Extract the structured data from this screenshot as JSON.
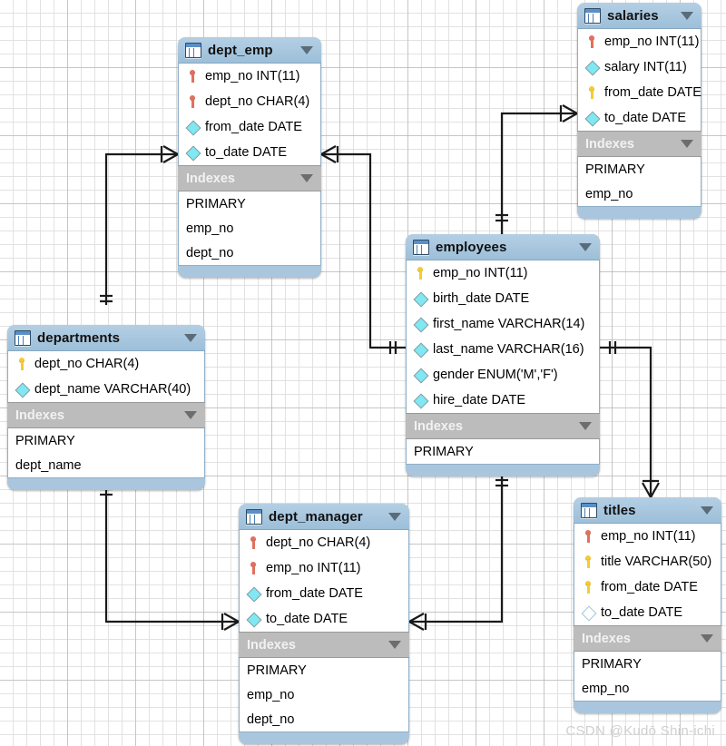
{
  "diagram": {
    "kind": "eer-diagram",
    "watermark": "CSDN @Kudō Shin-ichi",
    "indexes_label": "Indexes",
    "colors": {
      "header_blue": "#a9c6de",
      "index_bar_gray": "#bcbcbc",
      "diamond_cyan": "#7fe8f2",
      "key_yellow": "#f5cb34",
      "key_red": "#e2705e",
      "canvas": "#ffffff",
      "connector": "#1a1a1a"
    }
  },
  "tables": [
    {
      "id": "dept_emp",
      "name": "dept_emp",
      "columns": [
        {
          "glyph": "pk-red",
          "label": "emp_no INT(11)"
        },
        {
          "glyph": "pk-red",
          "label": "dept_no CHAR(4)"
        },
        {
          "glyph": "dia",
          "label": "from_date DATE"
        },
        {
          "glyph": "dia",
          "label": "to_date DATE"
        }
      ],
      "indexes": [
        "PRIMARY",
        "emp_no",
        "dept_no"
      ]
    },
    {
      "id": "salaries",
      "name": "salaries",
      "columns": [
        {
          "glyph": "pk-red",
          "label": "emp_no INT(11)"
        },
        {
          "glyph": "dia",
          "label": "salary INT(11)"
        },
        {
          "glyph": "pk-yellow",
          "label": "from_date DATE"
        },
        {
          "glyph": "dia",
          "label": "to_date DATE"
        }
      ],
      "indexes": [
        "PRIMARY",
        "emp_no"
      ]
    },
    {
      "id": "employees",
      "name": "employees",
      "columns": [
        {
          "glyph": "pk-yellow",
          "label": "emp_no INT(11)"
        },
        {
          "glyph": "dia",
          "label": "birth_date DATE"
        },
        {
          "glyph": "dia",
          "label": "first_name VARCHAR(14)"
        },
        {
          "glyph": "dia",
          "label": "last_name VARCHAR(16)"
        },
        {
          "glyph": "dia",
          "label": "gender ENUM('M','F')"
        },
        {
          "glyph": "dia",
          "label": "hire_date DATE"
        }
      ],
      "indexes": [
        "PRIMARY"
      ]
    },
    {
      "id": "departments",
      "name": "departments",
      "columns": [
        {
          "glyph": "pk-yellow",
          "label": "dept_no CHAR(4)"
        },
        {
          "glyph": "dia",
          "label": "dept_name VARCHAR(40)"
        }
      ],
      "indexes": [
        "PRIMARY",
        "dept_name"
      ]
    },
    {
      "id": "dept_manager",
      "name": "dept_manager",
      "columns": [
        {
          "glyph": "pk-red",
          "label": "dept_no CHAR(4)"
        },
        {
          "glyph": "pk-red",
          "label": "emp_no INT(11)"
        },
        {
          "glyph": "dia",
          "label": "from_date DATE"
        },
        {
          "glyph": "dia",
          "label": "to_date DATE"
        }
      ],
      "indexes": [
        "PRIMARY",
        "emp_no",
        "dept_no"
      ]
    },
    {
      "id": "titles",
      "name": "titles",
      "columns": [
        {
          "glyph": "pk-red",
          "label": "emp_no INT(11)"
        },
        {
          "glyph": "pk-yellow",
          "label": "title VARCHAR(50)"
        },
        {
          "glyph": "pk-yellow",
          "label": "from_date DATE"
        },
        {
          "glyph": "dia-hollow",
          "label": "to_date DATE"
        }
      ],
      "indexes": [
        "PRIMARY",
        "emp_no"
      ]
    }
  ],
  "relationships": [
    {
      "from": "departments",
      "to": "dept_emp",
      "from_card": "one",
      "to_card": "many"
    },
    {
      "from": "employees",
      "to": "dept_emp",
      "from_card": "one",
      "to_card": "many"
    },
    {
      "from": "employees",
      "to": "salaries",
      "from_card": "one",
      "to_card": "many"
    },
    {
      "from": "employees",
      "to": "titles",
      "from_card": "one",
      "to_card": "many"
    },
    {
      "from": "departments",
      "to": "dept_manager",
      "from_card": "one",
      "to_card": "many"
    },
    {
      "from": "employees",
      "to": "dept_manager",
      "from_card": "one",
      "to_card": "many"
    }
  ]
}
